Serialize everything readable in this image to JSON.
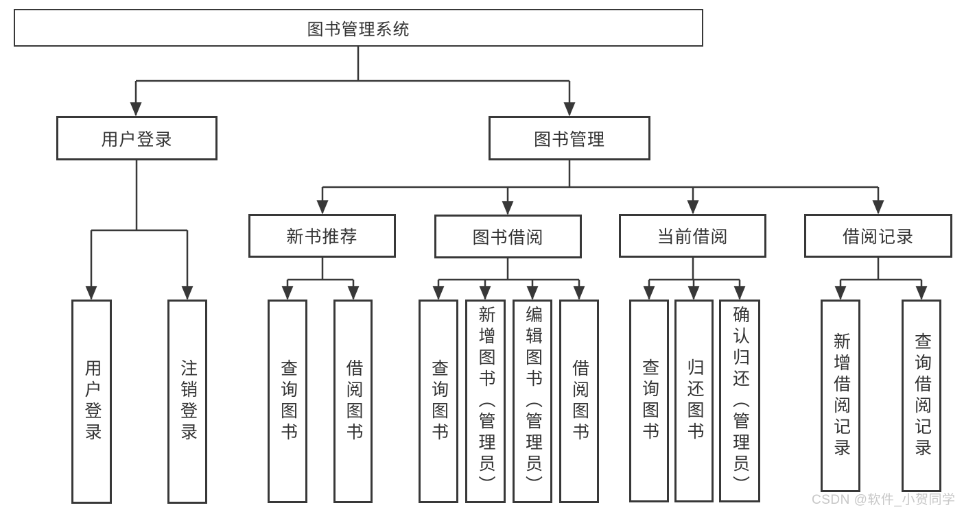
{
  "tree": {
    "root": {
      "label": "图书管理系统"
    },
    "children": [
      {
        "label": "用户登录",
        "children": [
          {
            "label": "用户登录"
          },
          {
            "label": "注销登录"
          }
        ]
      },
      {
        "label": "图书管理",
        "children": [
          {
            "label": "新书推荐",
            "children": [
              {
                "label": "查询图书"
              },
              {
                "label": "借阅图书"
              }
            ]
          },
          {
            "label": "图书借阅",
            "children": [
              {
                "label": "查询图书"
              },
              {
                "label": "新增图书（管理员）"
              },
              {
                "label": "编辑图书（管理员）"
              },
              {
                "label": "借阅图书"
              }
            ]
          },
          {
            "label": "当前借阅",
            "children": [
              {
                "label": "查询图书"
              },
              {
                "label": "归还图书"
              },
              {
                "label": "确认归还（管理员）"
              }
            ]
          },
          {
            "label": "借阅记录",
            "children": [
              {
                "label": "新增借阅记录"
              },
              {
                "label": "查询借阅记录"
              }
            ]
          }
        ]
      }
    ]
  },
  "watermark": {
    "text": "CSDN @软件_小贺同学",
    "color": "#c7c7c7"
  },
  "colors": {
    "node_border": "#383838",
    "connector": "#383838",
    "text": "#333333",
    "background": "#ffffff"
  }
}
